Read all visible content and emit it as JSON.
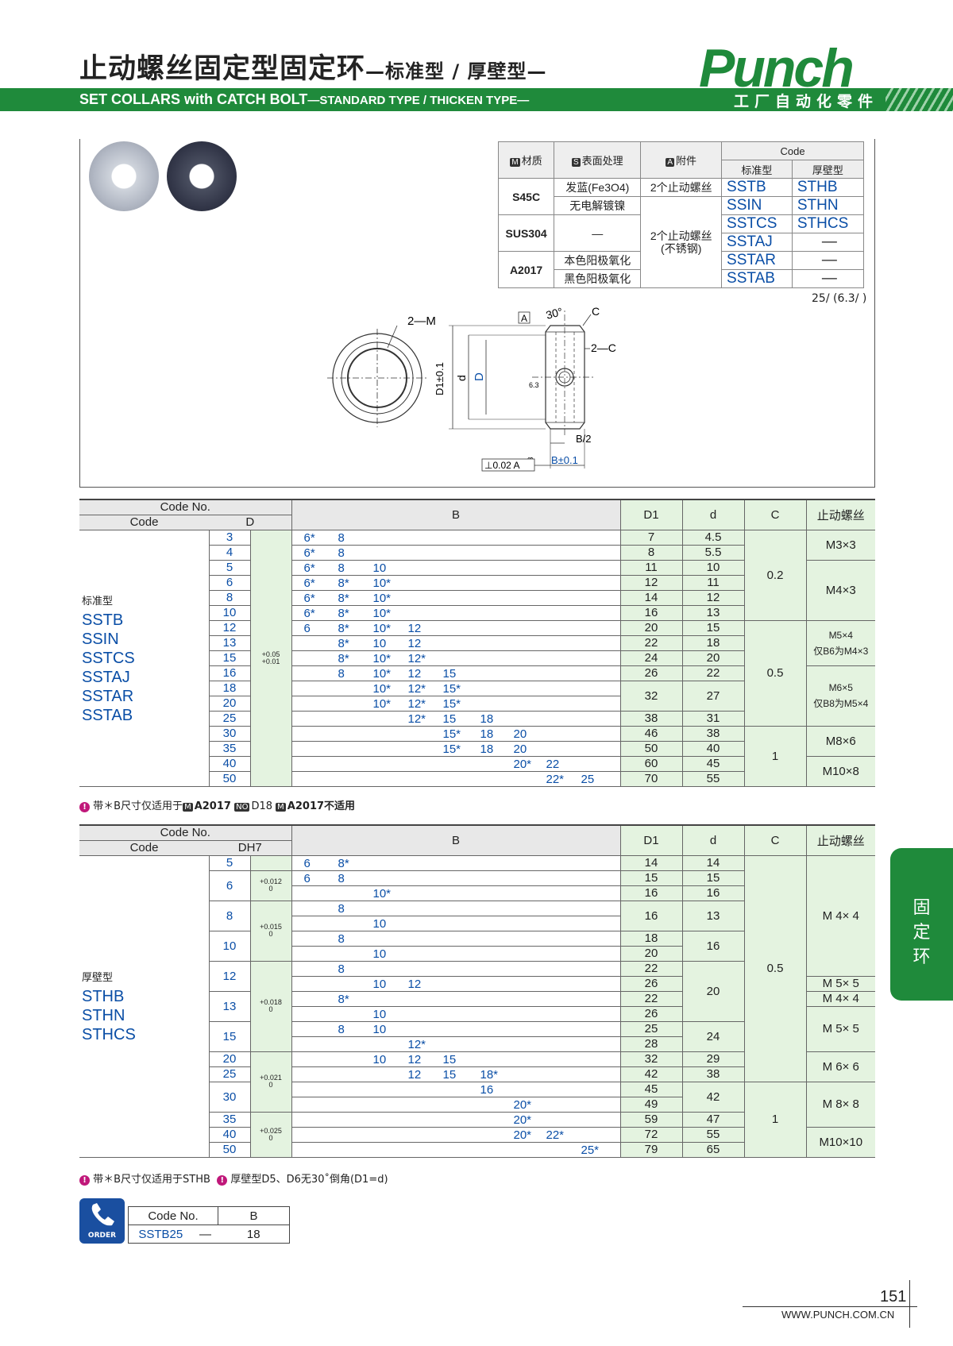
{
  "header": {
    "title_cn": "止动螺丝固定型固定环",
    "title_cn_sub": "—标准型 / 厚壁型—",
    "title_en": "SET COLLARS with CATCH BOLT",
    "title_en_sub": "—STANDARD TYPE / THICKEN TYPE—",
    "logo": "Punch",
    "tagline": "工厂自动化零件",
    "brand_green": "#1f8a3b"
  },
  "material_table": {
    "head_material": "材质",
    "head_surface": "表面处理",
    "head_accessory": "附件",
    "head_code": "Code",
    "head_standard": "标准型",
    "head_thicken": "厚壁型",
    "rows": [
      {
        "material": "S45C",
        "surface": "发蓝(Fe3O4)",
        "accessory": "2个止动螺丝",
        "std": "SSTB",
        "thk": "STHB"
      },
      {
        "surface": "无电解镀镍",
        "std": "SSIN",
        "thk": "STHN"
      },
      {
        "material": "SUS304",
        "surface": "—",
        "accessory": "2个止动螺丝\n(不锈钢)",
        "std": "SSTCS",
        "thk": "STHCS"
      },
      {
        "std": "SSTAJ",
        "thk": "—"
      },
      {
        "material": "A2017",
        "surface": "本色阳极氧化",
        "std": "SSTAR",
        "thk": "—"
      },
      {
        "surface": "黑色阳极氧化",
        "std": "SSTAB",
        "thk": "—"
      }
    ]
  },
  "roughness": "25/ (6.3/ )",
  "drawing": {
    "label_2m": "2—M",
    "label_30": "30°",
    "label_c": "C",
    "label_2c": "2—C",
    "label_a": "A",
    "label_d1": "D1±0.1",
    "label_d_small": "d",
    "label_D": "D",
    "label_63": "6.3",
    "label_b2": "B/2",
    "label_b": "B±0.1",
    "label_perp": "⊥0.02 A"
  },
  "std_table": {
    "h_codeno": "Code No.",
    "h_code": "Code",
    "h_D": "D",
    "h_B": "B",
    "h_D1": "D1",
    "h_d": "d",
    "h_C": "C",
    "h_screw": "止动螺丝",
    "type_label": "标准型",
    "codes": [
      "SSTB",
      "SSIN",
      "SSTCS",
      "SSTAJ",
      "SSTAR",
      "SSTAB"
    ],
    "tol": "+0.05\n+0.01",
    "rows": [
      {
        "D": "3",
        "B": [
          [
            0,
            "6*"
          ],
          [
            1,
            "8"
          ]
        ],
        "D1": "7",
        "d": "4.5"
      },
      {
        "D": "4",
        "B": [
          [
            0,
            "6*"
          ],
          [
            1,
            "8"
          ]
        ],
        "D1": "8",
        "d": "5.5"
      },
      {
        "D": "5",
        "B": [
          [
            0,
            "6*"
          ],
          [
            1,
            "8"
          ],
          [
            2,
            "10"
          ]
        ],
        "D1": "11",
        "d": "10"
      },
      {
        "D": "6",
        "B": [
          [
            0,
            "6*"
          ],
          [
            1,
            "8*"
          ],
          [
            2,
            "10*"
          ]
        ],
        "D1": "12",
        "d": "11"
      },
      {
        "D": "8",
        "B": [
          [
            0,
            "6*"
          ],
          [
            1,
            "8*"
          ],
          [
            2,
            "10*"
          ]
        ],
        "D1": "14",
        "d": "12"
      },
      {
        "D": "10",
        "B": [
          [
            0,
            "6*"
          ],
          [
            1,
            "8*"
          ],
          [
            2,
            "10*"
          ]
        ],
        "D1": "16",
        "d": "13"
      },
      {
        "D": "12",
        "B": [
          [
            0,
            "6"
          ],
          [
            1,
            "8*"
          ],
          [
            2,
            "10*"
          ],
          [
            3,
            "12"
          ]
        ],
        "D1": "20",
        "d": "15"
      },
      {
        "D": "13",
        "B": [
          [
            1,
            "8*"
          ],
          [
            2,
            "10"
          ],
          [
            3,
            "12"
          ]
        ],
        "D1": "22",
        "d": "18"
      },
      {
        "D": "15",
        "B": [
          [
            1,
            "8*"
          ],
          [
            2,
            "10*"
          ],
          [
            3,
            "12*"
          ]
        ],
        "D1": "24",
        "d": "20"
      },
      {
        "D": "16",
        "B": [
          [
            1,
            "8"
          ],
          [
            2,
            "10*"
          ],
          [
            3,
            "12"
          ],
          [
            4,
            "15"
          ]
        ],
        "D1": "26",
        "d": "22"
      },
      {
        "D": "18",
        "B": [
          [
            2,
            "10*"
          ],
          [
            3,
            "12*"
          ],
          [
            4,
            "15*"
          ]
        ],
        "D1": "32",
        "d": "27"
      },
      {
        "D": "20",
        "B": [
          [
            2,
            "10*"
          ],
          [
            3,
            "12*"
          ],
          [
            4,
            "15*"
          ]
        ]
      },
      {
        "D": "25",
        "B": [
          [
            3,
            "12*"
          ],
          [
            4,
            "15"
          ],
          [
            5,
            "18"
          ]
        ],
        "D1": "38",
        "d": "31"
      },
      {
        "D": "30",
        "B": [
          [
            4,
            "15*"
          ],
          [
            5,
            "18"
          ],
          [
            6,
            "20"
          ]
        ],
        "D1": "46",
        "d": "38"
      },
      {
        "D": "35",
        "B": [
          [
            4,
            "15*"
          ],
          [
            5,
            "18"
          ],
          [
            6,
            "20"
          ]
        ],
        "D1": "50",
        "d": "40"
      },
      {
        "D": "40",
        "B": [
          [
            6,
            "20*"
          ],
          [
            7,
            "22"
          ]
        ],
        "D1": "60",
        "d": "45"
      },
      {
        "D": "50",
        "B": [
          [
            7,
            "22*"
          ],
          [
            8,
            "25"
          ]
        ],
        "D1": "70",
        "d": "55"
      }
    ],
    "C": [
      "0.2",
      "0.5",
      "1"
    ],
    "screws": [
      "M3×3",
      "M4×3",
      "M5×4\n仅B6为M4×3",
      "M6×5\n仅B8为M5×4",
      "M8×6",
      "M10×8"
    ],
    "note": "带＊B尺寸仅适用于",
    "note_m": "A2017",
    "note_no": "D18",
    "note_tail": "A2017不适用"
  },
  "thk_table": {
    "h_codeno": "Code No.",
    "h_code": "Code",
    "h_D": "DH7",
    "h_B": "B",
    "h_D1": "D1",
    "h_d": "d",
    "h_C": "C",
    "h_screw": "止动螺丝",
    "type_label": "厚壁型",
    "codes": [
      "STHB",
      "STHN",
      "STHCS"
    ],
    "rows": [
      {
        "D": "5",
        "B": [
          [
            0,
            "6"
          ],
          [
            1,
            "8*"
          ]
        ],
        "D1": "14",
        "d": "14"
      },
      {
        "D": "6",
        "B": [
          [
            0,
            "6"
          ],
          [
            1,
            "8"
          ]
        ],
        "D1": "15",
        "d": "15"
      },
      {
        "B": [
          [
            2,
            "10*"
          ]
        ],
        "D1": "16",
        "d": "16"
      },
      {
        "D": "8",
        "B": [
          [
            1,
            "8"
          ]
        ],
        "D1": "16",
        "d": "13"
      },
      {
        "B": [
          [
            2,
            "10"
          ]
        ],
        "D1": "18"
      },
      {
        "D": "10",
        "B": [
          [
            1,
            "8"
          ]
        ],
        "D1": "18",
        "d": "16"
      },
      {
        "B": [
          [
            2,
            "10"
          ]
        ],
        "D1": "20"
      },
      {
        "D": "12",
        "B": [
          [
            1,
            "8"
          ]
        ],
        "D1": "22",
        "d": "20"
      },
      {
        "B": [
          [
            2,
            "10"
          ],
          [
            3,
            "12"
          ]
        ],
        "D1": "26"
      },
      {
        "D": "13",
        "B": [
          [
            1,
            "8*"
          ]
        ],
        "D1": "22"
      },
      {
        "B": [
          [
            2,
            "10"
          ]
        ],
        "D1": "26"
      },
      {
        "D": "15",
        "B": [
          [
            1,
            "8"
          ],
          [
            2,
            "10"
          ]
        ],
        "D1": "25",
        "d": "24"
      },
      {
        "B": [
          [
            3,
            "12*"
          ]
        ],
        "D1": "28"
      },
      {
        "D": "20",
        "B": [
          [
            2,
            "10"
          ],
          [
            3,
            "12"
          ],
          [
            4,
            "15"
          ]
        ],
        "D1": "32",
        "d": "29"
      },
      {
        "D": "25",
        "B": [
          [
            3,
            "12"
          ],
          [
            4,
            "15"
          ],
          [
            5,
            "18*"
          ]
        ],
        "D1": "42",
        "d": "38"
      },
      {
        "D": "30",
        "B": [
          [
            5,
            "16"
          ]
        ],
        "D1": "45",
        "d": "42"
      },
      {
        "B": [
          [
            6,
            "20*"
          ]
        ],
        "D1": "49"
      },
      {
        "D": "35",
        "B": [
          [
            6,
            "20*"
          ]
        ],
        "D1": "59",
        "d": "47"
      },
      {
        "D": "40",
        "B": [
          [
            6,
            "20*"
          ],
          [
            7,
            "22*"
          ]
        ],
        "D1": "72",
        "d": "55"
      },
      {
        "D": "50",
        "B": [
          [
            8,
            "25*"
          ]
        ],
        "D1": "79",
        "d": "65"
      }
    ],
    "tols": [
      "+0.012\n0",
      "+0.015\n0",
      "+0.018\n0",
      "+0.021\n0",
      "+0.025\n0"
    ],
    "C": [
      "0.5",
      "1"
    ],
    "screws": [
      "M 4× 4",
      "M 5× 5",
      "M 4× 4",
      "M 5× 5",
      "M 6× 6",
      "M 8× 8",
      "M10×10"
    ],
    "note1": "带＊B尺寸仅适用于STHB",
    "note2": "厚壁型D5、D6无30˚倒角(D1=d)"
  },
  "order": {
    "icon_label": "ORDER",
    "h_code": "Code No.",
    "h_b": "B",
    "code": "SSTB25",
    "dash": "—",
    "b": "18"
  },
  "side_tab": "固\n定\n环",
  "footer": {
    "page": "151",
    "url": "WWW.PUNCH.COM.CN"
  }
}
